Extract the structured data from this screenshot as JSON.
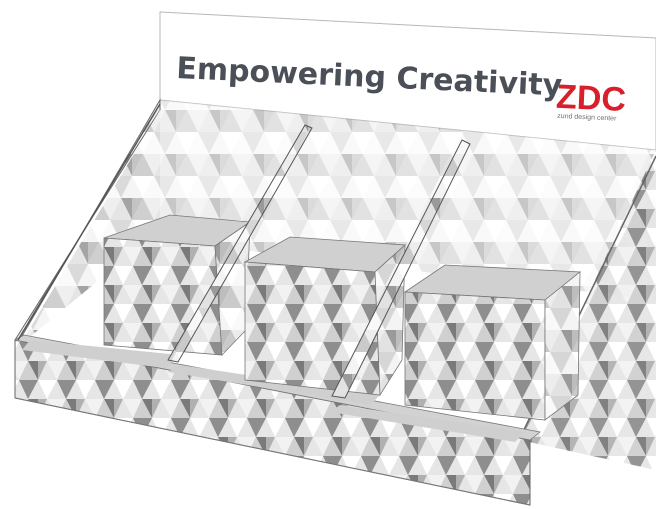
{
  "header_board": {
    "headline": "Empowering Creativity"
  },
  "logo": {
    "letters": "ZDC",
    "subtitle": "zund design center",
    "color": "#d7202b"
  },
  "colors": {
    "headline": "#4a4f58",
    "pattern_light": "#ffffff",
    "pattern_mid": "#d9d9d9",
    "pattern_dark": "#8f8f8f",
    "shelf": "#c9c9c9",
    "outline": "#555555"
  }
}
